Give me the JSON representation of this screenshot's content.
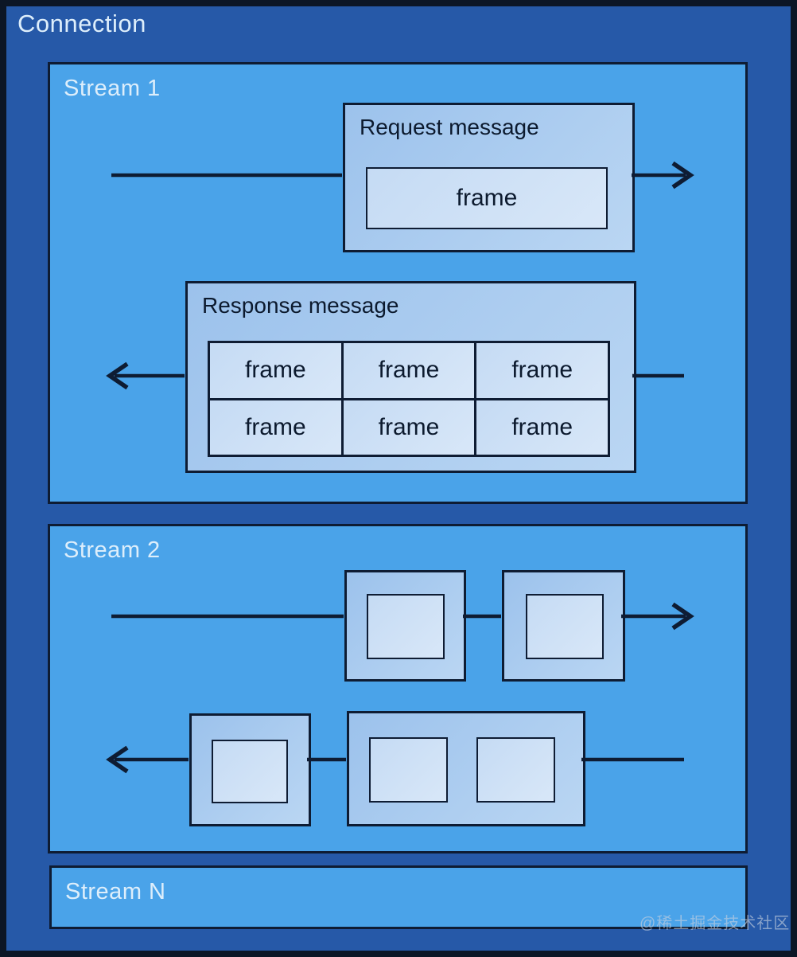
{
  "connection": {
    "label": "Connection"
  },
  "watermark": "@稀土掘金技术社区",
  "colors": {
    "connection-bg": "#2659a8",
    "outer-border": "#0c1626",
    "stream-bg": "#4aa3e9",
    "line": "#0e1c33",
    "msg-bg-1": "#9cc2ec",
    "msg-bg-2": "#bad6f3",
    "cell-bg-1": "#c5dbf4",
    "cell-bg-2": "#d8e7f8",
    "label-light": "#ddeefb",
    "label-dark": "#0c1a2e"
  },
  "streams": [
    {
      "label": "Stream 1",
      "request": {
        "label": "Request message",
        "frames": [
          "frame"
        ]
      },
      "response": {
        "label": "Response message",
        "frames": [
          "frame",
          "frame",
          "frame",
          "frame",
          "frame",
          "frame"
        ]
      }
    },
    {
      "label": "Stream 2"
    },
    {
      "label": "Stream N"
    }
  ]
}
